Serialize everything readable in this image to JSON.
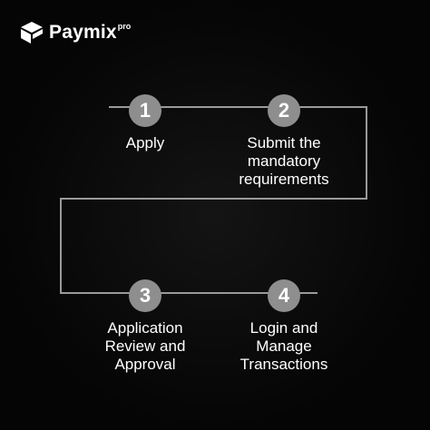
{
  "brand": {
    "name": "Paymix",
    "suffix": "pro"
  },
  "colors": {
    "background": "#050505",
    "step_circle": "#8e8e8e",
    "connector": "#9a9a9a",
    "text": "#ffffff"
  },
  "steps": [
    {
      "number": "1",
      "label": "Apply"
    },
    {
      "number": "2",
      "label": "Submit the\nmandatory\nrequirements"
    },
    {
      "number": "3",
      "label": "Application\nReview and\nApproval"
    },
    {
      "number": "4",
      "label": "Login and\nManage\nTransactions"
    }
  ]
}
